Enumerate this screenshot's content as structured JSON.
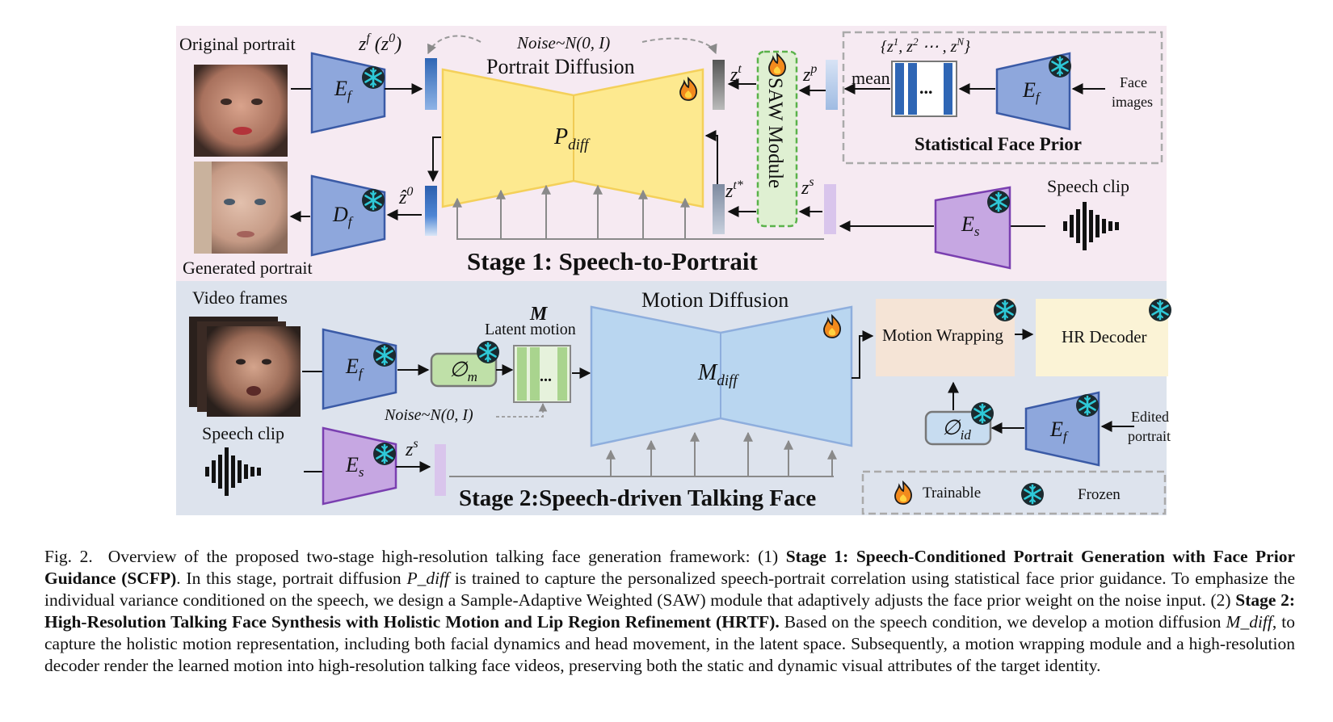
{
  "figure": {
    "stage1": {
      "title": "Stage 1: Speech-to-Portrait",
      "original_portrait": "Original portrait",
      "generated_portrait": "Generated portrait",
      "encoder_label": "E_f",
      "decoder_label": "D_f",
      "zf_label": "z^f (z^0)",
      "zhat0_label": "ẑ^0",
      "noise_label": "Noise~N(0,I)",
      "portrait_diffusion": "Portrait Diffusion",
      "p_diff": "P_diff",
      "zt_label": "z^t",
      "zt_star_label": "z^t*",
      "zp_label": "z^p",
      "zs_label": "z^s",
      "saw_module": "SAW Module",
      "mean_label": "mean",
      "latent_set": "{z^1, z^2 ⋯ , z^N}",
      "face_images": [
        "Face",
        "images"
      ],
      "statistical_prior": "Statistical Face Prior",
      "speech_clip": "Speech clip",
      "speech_encoder": "E_s"
    },
    "stage2": {
      "title": "Stage 2:Speech-driven Talking Face",
      "video_frames": "Video frames",
      "encoder_label": "E_f",
      "phi_m": "∅_m",
      "m_label": "M",
      "latent_motion": "Latent motion",
      "noise_label": "Noise~N(0,I)",
      "motion_diffusion": "Motion Diffusion",
      "m_diff": "M_diff",
      "motion_wrapping": "Motion Wrapping",
      "hr_decoder": "HR Decoder",
      "phi_id": "∅_id",
      "edited_portrait": [
        "Edited",
        "portrait"
      ],
      "speech_clip": "Speech clip",
      "speech_encoder": "E_s",
      "zs_label": "z^s"
    },
    "legend": {
      "trainable": "Trainable",
      "frozen": "Frozen"
    },
    "colors": {
      "stage1_bg": "#f6eaf2",
      "stage2_bg": "#dde3ed",
      "encoder_blue": "#8ea7dc",
      "speech_purple": "#c6a7e2",
      "portrait_diff_yellow": "#fde98f",
      "motion_diff_blue": "#b9d6f0",
      "saw_green": "#dff0d2",
      "snowflake": "#2ec9d8",
      "fire": "#f28a1d"
    }
  },
  "caption": {
    "prefix": "Fig. 2.",
    "p1": "Overview of the proposed two-stage high-resolution talking face generation framework: (1)",
    "b1": "Stage 1: Speech-Conditioned Portrait Generation with Face Prior Guidance (SCFP)",
    "p2": ". In this stage, portrait diffusion",
    "m1": "P_diff",
    "p3": "is trained to capture the personalized speech-portrait correlation using statistical face prior guidance. To emphasize the individual variance conditioned on the speech, we design a Sample-Adaptive Weighted (SAW) module that adaptively adjusts the face prior weight on the noise input. (2)",
    "b2": "Stage 2: High-Resolution Talking Face Synthesis with Holistic Motion and Lip Region Refinement (HRTF).",
    "p4": "Based on the speech condition, we develop a motion diffusion",
    "m2": "M_diff",
    "p5": ", to capture the holistic motion representation, including both facial dynamics and head movement, in the latent space. Subsequently, a motion wrapping module and a high-resolution decoder render the learned motion into high-resolution talking face videos, preserving both the static and dynamic visual attributes of the target identity."
  }
}
